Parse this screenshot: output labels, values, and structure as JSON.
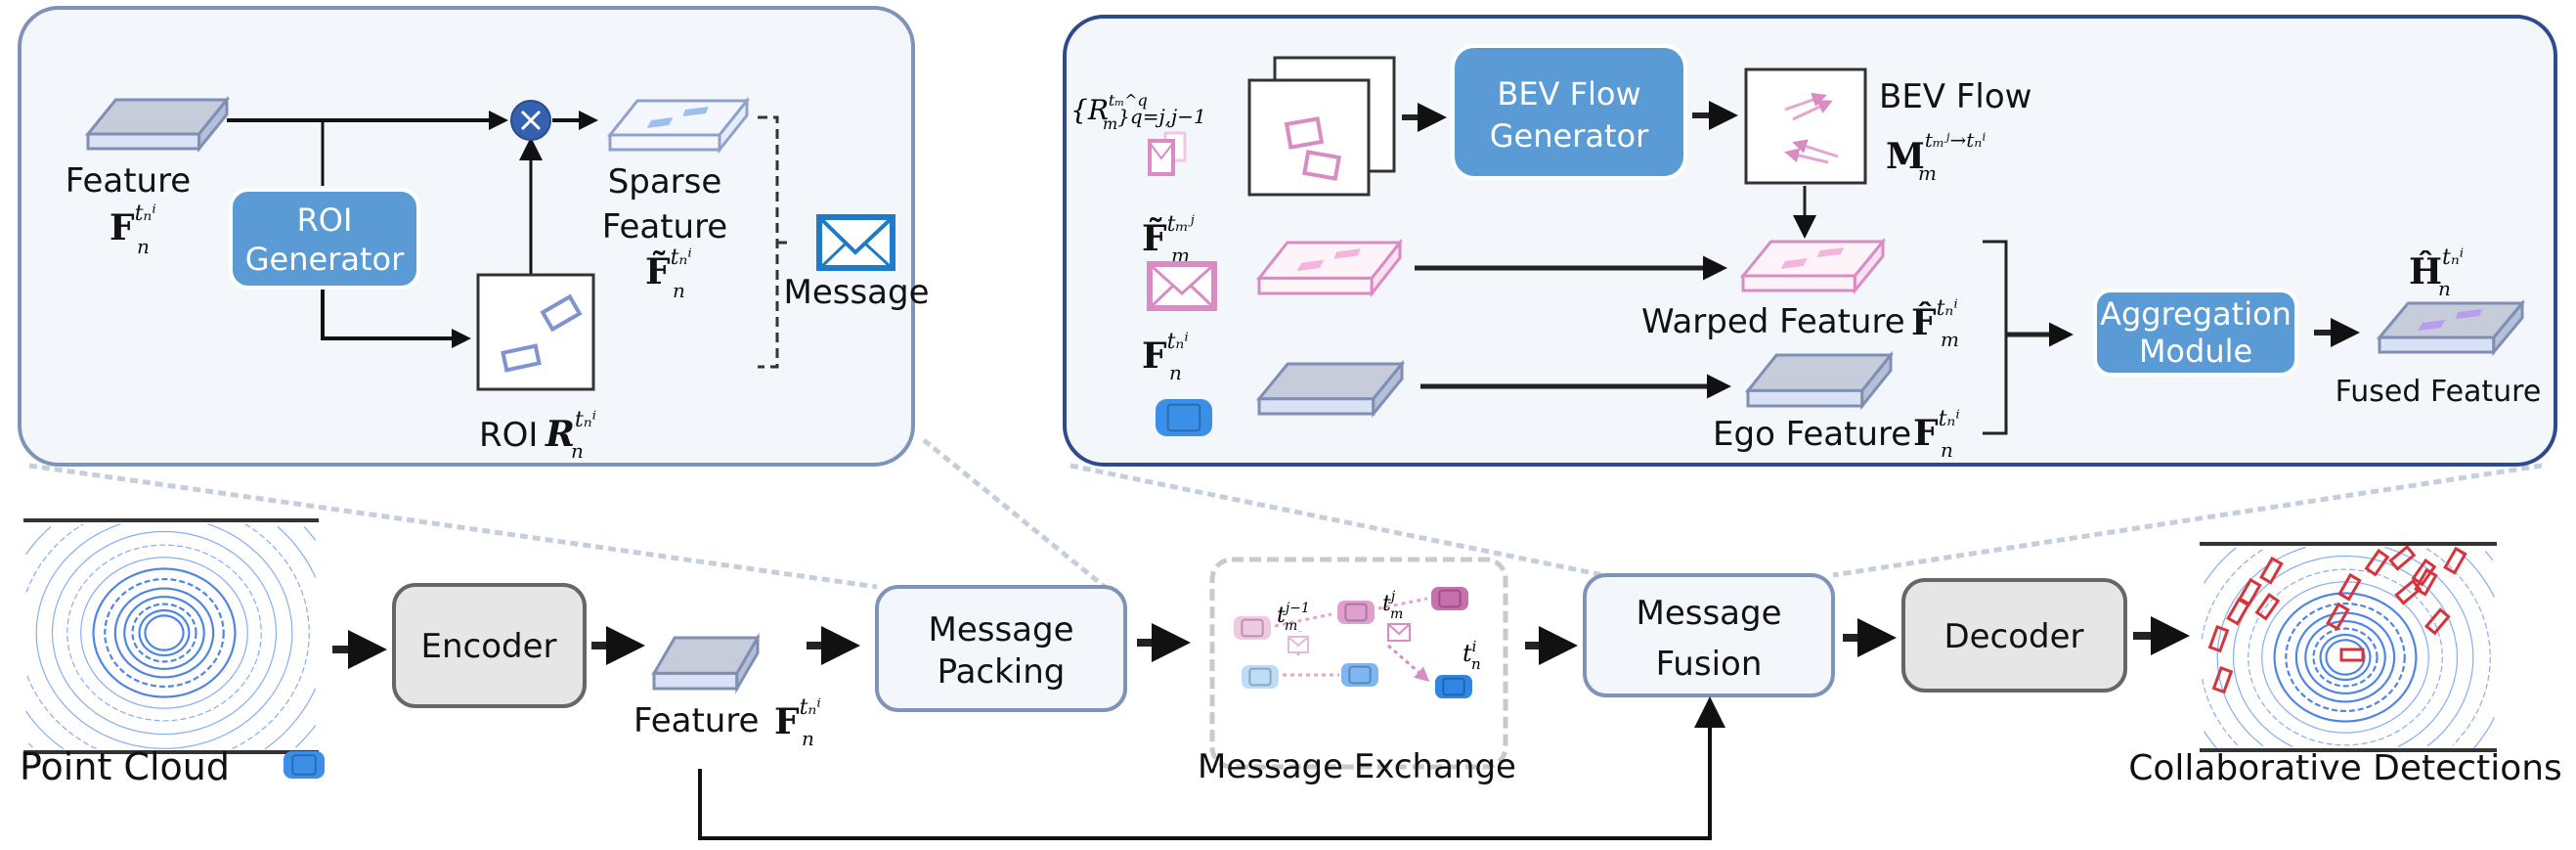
{
  "colors": {
    "panel_bg": "#f3f6fb",
    "left_panel_border": "#7f93b8",
    "right_panel_border": "#2d4b8c",
    "module_blue": "#5b9bd5",
    "gray_box": "#e6e6e6",
    "pink": "#d98cc4",
    "vehicle_blue": "#3b8fe8",
    "detection_red": "#d6333a"
  },
  "packing_panel": {
    "feature_label": "Feature",
    "feature_math": {
      "base": "F",
      "sup": "tₙⁱ",
      "sub": "n"
    },
    "roi_generator": [
      "ROI",
      "Generator"
    ],
    "sparse_label": [
      "Sparse",
      "Feature"
    ],
    "sparse_math": {
      "base": "F̃",
      "sup": "tₙⁱ",
      "sub": "n"
    },
    "roi_label": "ROI",
    "roi_math": {
      "base": "R",
      "sup": "tₙⁱ",
      "sub": "n"
    },
    "message_label": "Message",
    "icons": [
      "multiply-icon",
      "envelope-icon"
    ]
  },
  "fusion_panel": {
    "roi_set_math": {
      "base": "{R",
      "sup": "tₘ^q",
      "sub": "m",
      "tail": "}q=j,j−1"
    },
    "bev_flow_generator": [
      "BEV Flow",
      "Generator"
    ],
    "bev_flow_label": "BEV Flow",
    "bev_flow_math": {
      "base": "M",
      "sup": "tₘʲ→tₙⁱ",
      "sub": "m"
    },
    "received_feature_math": {
      "base": "F̃",
      "sup": "tₘʲ",
      "sub": "m"
    },
    "ego_input_math": {
      "base": "F",
      "sup": "tₙⁱ",
      "sub": "n"
    },
    "warped_label": "Warped Feature",
    "warped_math": {
      "base": "F̂",
      "sup": "tₙⁱ",
      "sub": "m"
    },
    "ego_label": "Ego Feature",
    "ego_math": {
      "base": "F",
      "sup": "tₙⁱ",
      "sub": "n"
    },
    "aggregation": [
      "Aggregation",
      "Module"
    ],
    "fused_math": {
      "base": "Ĥ",
      "sup": "tₙⁱ",
      "sub": "n"
    },
    "fused_label": "Fused Feature"
  },
  "pipeline": {
    "point_cloud_label": "Point Cloud",
    "encoder": "Encoder",
    "feature_label": "Feature",
    "feature_math": {
      "base": "F",
      "sup": "tₙⁱ",
      "sub": "n"
    },
    "message_packing": [
      "Message",
      "Packing"
    ],
    "message_exchange_label": "Message Exchange",
    "exchange_times": {
      "t1": {
        "base": "t",
        "sup": "j−1",
        "sub": "m"
      },
      "t2": {
        "base": "t",
        "sup": "j",
        "sub": "m"
      },
      "t3": {
        "base": "t",
        "sup": "i",
        "sub": "n"
      }
    },
    "message_fusion": [
      "Message",
      "Fusion"
    ],
    "decoder": "Decoder",
    "detections_label": "Collaborative Detections"
  }
}
